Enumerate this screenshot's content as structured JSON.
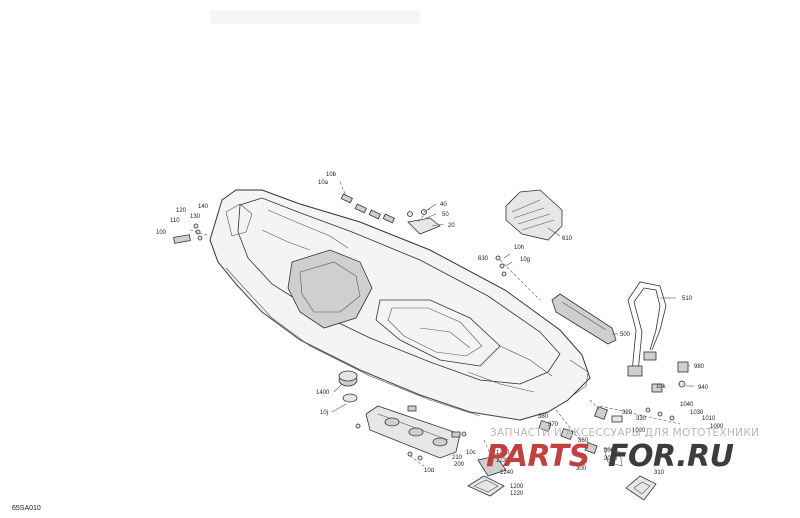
{
  "diagram": {
    "code": "65SA010",
    "callouts": [
      {
        "id": "c10b",
        "text": "10b"
      },
      {
        "id": "c10a",
        "text": "10a"
      },
      {
        "id": "c40",
        "text": "40"
      },
      {
        "id": "c50",
        "text": "50"
      },
      {
        "id": "c20",
        "text": "20"
      },
      {
        "id": "c120",
        "text": "120"
      },
      {
        "id": "c140",
        "text": "140"
      },
      {
        "id": "c110",
        "text": "110"
      },
      {
        "id": "c130",
        "text": "130"
      },
      {
        "id": "c100",
        "text": "100"
      },
      {
        "id": "c610",
        "text": "610"
      },
      {
        "id": "c10h",
        "text": "10h"
      },
      {
        "id": "c630",
        "text": "630"
      },
      {
        "id": "c10g",
        "text": "10g"
      },
      {
        "id": "c510",
        "text": "510"
      },
      {
        "id": "c500",
        "text": "500"
      },
      {
        "id": "c980",
        "text": "980"
      },
      {
        "id": "c10k",
        "text": "10k"
      },
      {
        "id": "c940",
        "text": "940"
      },
      {
        "id": "c1040",
        "text": "1040"
      },
      {
        "id": "c1030",
        "text": "1030"
      },
      {
        "id": "c1010",
        "text": "1010"
      },
      {
        "id": "c1000",
        "text": "1000"
      },
      {
        "id": "c1400",
        "text": "1400"
      },
      {
        "id": "c10j",
        "text": "10j"
      },
      {
        "id": "c380",
        "text": "380"
      },
      {
        "id": "c370",
        "text": "370"
      },
      {
        "id": "c320",
        "text": "320"
      },
      {
        "id": "c330",
        "text": "330"
      },
      {
        "id": "c1020",
        "text": "1020"
      },
      {
        "id": "c10c",
        "text": "10c"
      },
      {
        "id": "c210",
        "text": "210"
      },
      {
        "id": "c200",
        "text": "200"
      },
      {
        "id": "c1210",
        "text": "1210"
      },
      {
        "id": "c1230",
        "text": "1230"
      },
      {
        "id": "c360",
        "text": "360"
      },
      {
        "id": "c300a",
        "text": "300a"
      },
      {
        "id": "c3000",
        "text": "3000"
      },
      {
        "id": "c10d",
        "text": "10d"
      },
      {
        "id": "c1240",
        "text": "1240"
      },
      {
        "id": "c300",
        "text": "300"
      },
      {
        "id": "c310",
        "text": "310"
      },
      {
        "id": "c1200",
        "text": "1200"
      },
      {
        "id": "c1220",
        "text": "1220"
      }
    ]
  },
  "watermark": {
    "tagline": "ЗАПЧАСТИ И АКСЕССУАРЫ ДЛЯ МОТОТЕХНИКИ",
    "brand_red": "PARTS",
    "brand_dark": "FOR.RU",
    "colors": {
      "red": "#c24040",
      "dark": "#3c3c3c",
      "grey": "#b8b8b8"
    }
  }
}
